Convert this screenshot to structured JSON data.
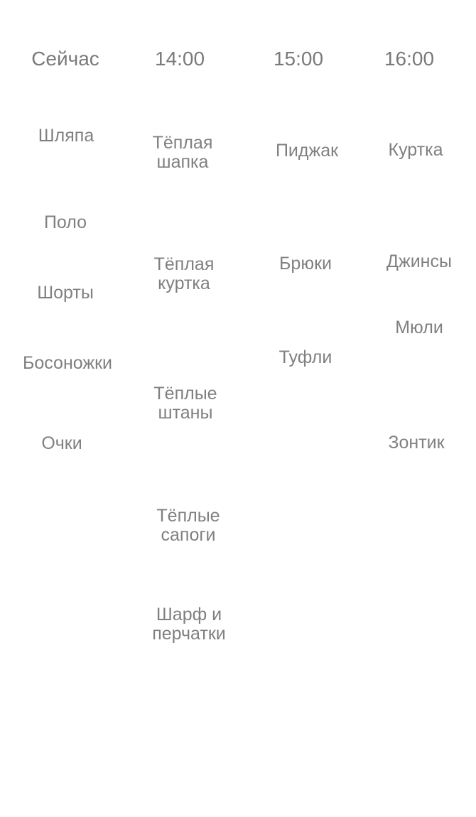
{
  "columns": [
    {
      "time": "Сейчас",
      "items": [
        "Шляпа",
        "Поло",
        "Шорты",
        "Босоножки",
        "Очки"
      ]
    },
    {
      "time": "14:00",
      "items": [
        "Тёплая\nшапка",
        "Тёплая\nкуртка",
        "Тёплые\nштаны",
        "Тёплые\nсапоги",
        "Шарф и\nперчатки"
      ]
    },
    {
      "time": "15:00",
      "items": [
        "Пиджак",
        "Брюки",
        "Туфли"
      ]
    },
    {
      "time": "16:00",
      "items": [
        "Куртка",
        "Джинсы",
        "Мюли",
        "Зонтик"
      ]
    }
  ]
}
